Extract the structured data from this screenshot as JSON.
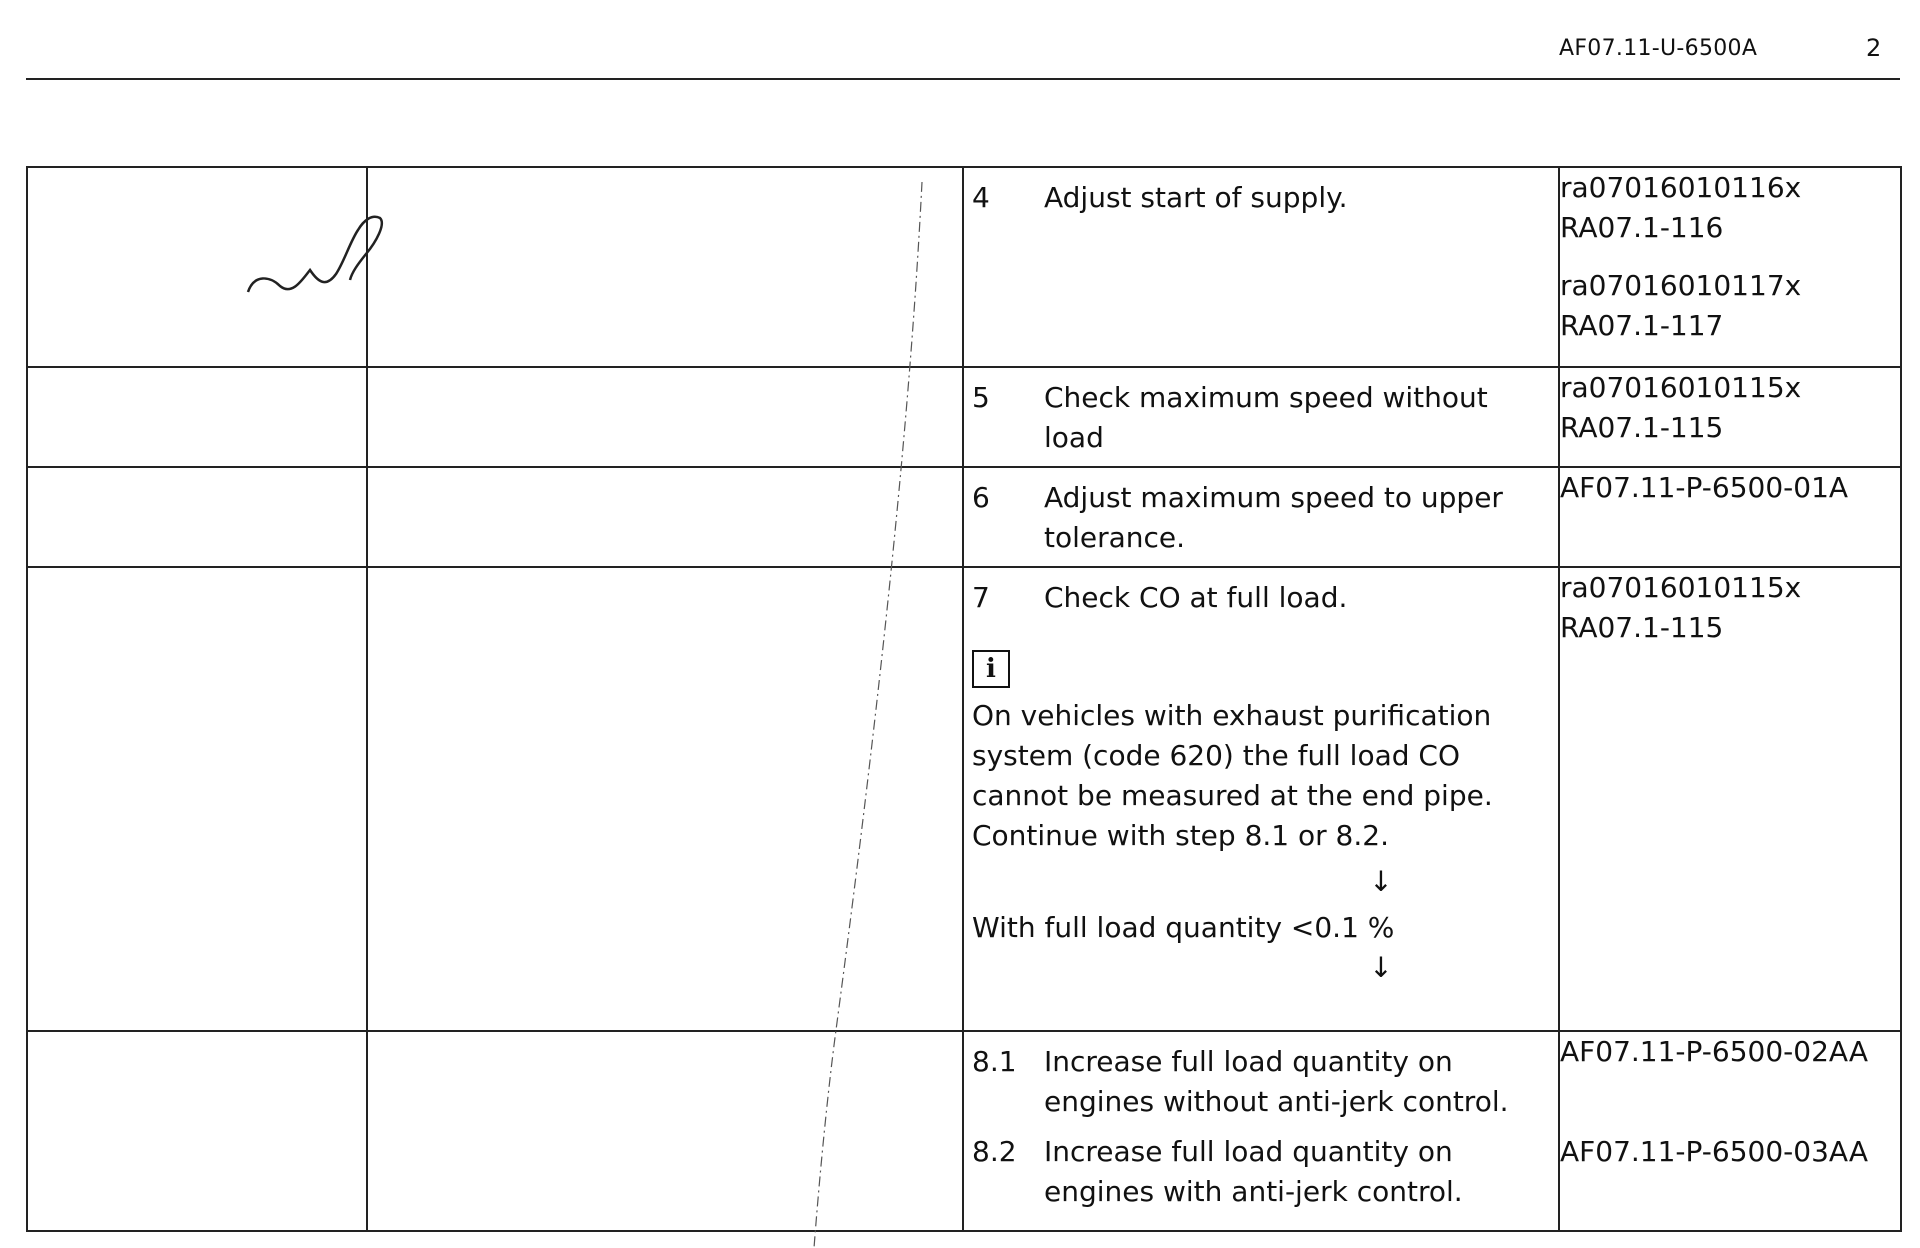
{
  "header": {
    "doc_id": "AF07.11-U-6500A",
    "page_number": "2"
  },
  "rows": [
    {
      "step": "4",
      "text": "Adjust start of supply.",
      "refs": [
        "ra07016010116x",
        "RA07.1-116",
        "ra07016010117x",
        "RA07.1-117"
      ]
    },
    {
      "step": "5",
      "text": "Check maximum speed without load",
      "refs": [
        "ra07016010115x",
        "RA07.1-115"
      ]
    },
    {
      "step": "6",
      "text": "Adjust maximum speed to upper tolerance.",
      "refs": [
        "AF07.11-P-6500-01A"
      ]
    },
    {
      "step": "7",
      "text": "Check CO at full load.",
      "info_icon": "i",
      "note": "On vehicles with exhaust purification system (code 620) the full load CO cannot be measured at the end pipe. Continue with step 8.1 or 8.2.",
      "arrow": "↓",
      "condition": "With full load quantity <0.1 %",
      "refs": [
        "ra07016010115x",
        "RA07.1-115"
      ]
    },
    {
      "substeps": [
        {
          "step": "8.1",
          "text": "Increase full load quantity on engines without anti-jerk control.",
          "ref": "AF07.11-P-6500-02AA"
        },
        {
          "step": "8.2",
          "text": "Increase full load quantity on engines with anti-jerk control.",
          "ref": "AF07.11-P-6500-03AA"
        }
      ]
    }
  ]
}
